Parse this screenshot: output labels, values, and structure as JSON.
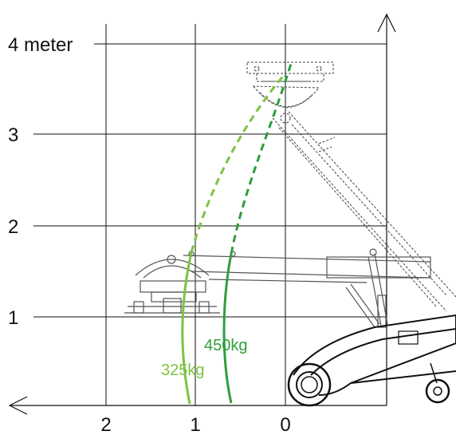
{
  "axis": {
    "y_top_label": "4 meter",
    "y_labels": [
      "3",
      "2",
      "1"
    ],
    "x_labels": [
      "2",
      "1",
      "0"
    ]
  },
  "curves": [
    {
      "label": "325kg",
      "color": "#7dc243"
    },
    {
      "label": "450kg",
      "color": "#2e9e3d"
    }
  ],
  "colors": {
    "grid": "#111111",
    "machine": "#555555"
  }
}
